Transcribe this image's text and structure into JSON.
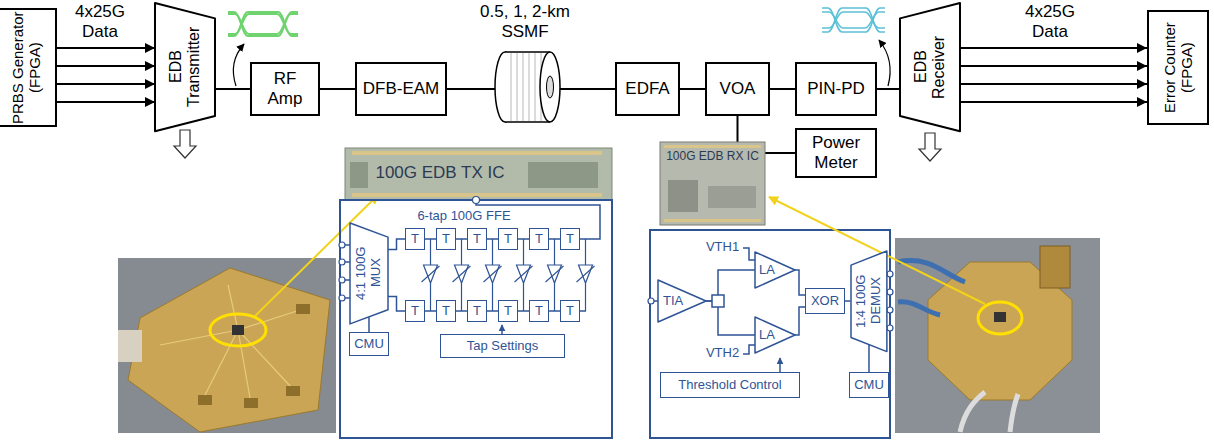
{
  "diagram": {
    "nodes": [
      {
        "text": [
          "PRBS Generator (FPGA)"
        ]
      },
      {
        "text": [
          "EDB Transmitter"
        ]
      },
      {
        "text": [
          "RF Amp"
        ]
      },
      {
        "text": [
          "DFB-EAM"
        ]
      },
      {
        "text": [
          "EDFA"
        ]
      },
      {
        "text": [
          "VOA"
        ]
      },
      {
        "text": [
          "PIN-PD"
        ]
      },
      {
        "text": [
          "Power Meter"
        ]
      },
      {
        "text": [
          "EDB Receiver"
        ]
      },
      {
        "text": [
          "Error Counter (FPGA)"
        ]
      },
      {
        "text": [
          "4:1 100G MUX"
        ]
      },
      {
        "text": [
          "CMU"
        ]
      },
      {
        "text": [
          "T"
        ]
      },
      {
        "text": [
          "T"
        ]
      },
      {
        "text": [
          "T"
        ]
      },
      {
        "text": [
          "T"
        ]
      },
      {
        "text": [
          "T"
        ]
      },
      {
        "text": [
          "T"
        ]
      },
      {
        "text": [
          "T"
        ]
      },
      {
        "text": [
          "T"
        ]
      },
      {
        "text": [
          "T"
        ]
      },
      {
        "text": [
          "T"
        ]
      },
      {
        "text": [
          "T"
        ]
      },
      {
        "text": [
          "T"
        ]
      },
      {
        "text": [
          "Tap Settings"
        ]
      },
      {
        "text": [
          "TIA"
        ]
      },
      {
        "text": [
          "LA"
        ]
      },
      {
        "text": [
          "LA"
        ]
      },
      {
        "text": [
          "XOR"
        ]
      },
      {
        "text": [
          "Threshold Control"
        ]
      },
      {
        "text": [
          "1:4 100G DEMUX"
        ]
      },
      {
        "text": [
          "CMU"
        ]
      }
    ],
    "edges": [
      {
        "from": 0,
        "to": 1,
        "arrow": "to"
      },
      {
        "from": 0,
        "to": 1,
        "arrow": "to"
      },
      {
        "from": 0,
        "to": 1,
        "arrow": "to"
      },
      {
        "from": 0,
        "to": 1,
        "arrow": "to"
      },
      {
        "from": 1,
        "to": 2,
        "arrow": "none"
      },
      {
        "from": 2,
        "to": 3,
        "arrow": "none"
      },
      {
        "from": 3,
        "to": 4,
        "arrow": "none"
      },
      {
        "from": 4,
        "to": 5,
        "arrow": "none"
      },
      {
        "from": 5,
        "to": 6,
        "arrow": "none"
      },
      {
        "from": 6,
        "to": 8,
        "arrow": "none"
      },
      {
        "from": 5,
        "to": 7,
        "arrow": "none"
      },
      {
        "from": 8,
        "to": 9,
        "arrow": "to"
      },
      {
        "from": 8,
        "to": 9,
        "arrow": "to"
      },
      {
        "from": 8,
        "to": 9,
        "arrow": "to"
      },
      {
        "from": 8,
        "to": 9,
        "arrow": "to"
      },
      {
        "from": 10,
        "to": 12,
        "arrow": "none"
      },
      {
        "from": 10,
        "to": 18,
        "arrow": "none"
      },
      {
        "from": 12,
        "to": 13,
        "arrow": "none"
      },
      {
        "from": 13,
        "to": 14,
        "arrow": "none"
      },
      {
        "from": 14,
        "to": 15,
        "arrow": "none"
      },
      {
        "from": 15,
        "to": 16,
        "arrow": "none"
      },
      {
        "from": 16,
        "to": 17,
        "arrow": "none"
      },
      {
        "from": 18,
        "to": 19,
        "arrow": "none"
      },
      {
        "from": 19,
        "to": 20,
        "arrow": "none"
      },
      {
        "from": 20,
        "to": 21,
        "arrow": "none"
      },
      {
        "from": 21,
        "to": 22,
        "arrow": "none"
      },
      {
        "from": 22,
        "to": 23,
        "arrow": "none"
      },
      {
        "from": 11,
        "to": 10,
        "arrow": "none"
      },
      {
        "from": 25,
        "to": 26,
        "arrow": "none"
      },
      {
        "from": 25,
        "to": 27,
        "arrow": "none"
      },
      {
        "from": 26,
        "to": 28,
        "arrow": "none"
      },
      {
        "from": 27,
        "to": 28,
        "arrow": "none"
      },
      {
        "from": 28,
        "to": 30,
        "arrow": "none"
      },
      {
        "from": 31,
        "to": 30,
        "arrow": "none"
      }
    ],
    "labels": [
      "4x25G Data",
      "0.5, 1, 2-km SSMF",
      "4x25G Data",
      "100G EDB TX IC",
      "6-tap 100G FFE",
      "100G EDB RX IC",
      "VTH1",
      "VTH2"
    ]
  }
}
